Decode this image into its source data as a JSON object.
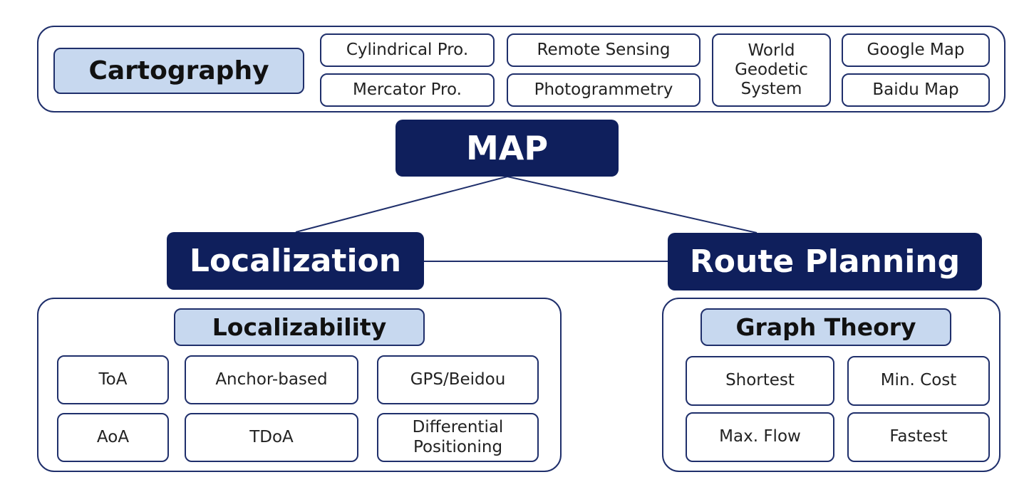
{
  "cartography": {
    "title": "Cartography",
    "items": {
      "cylindrical": "Cylindrical Pro.",
      "mercator": "Mercator Pro.",
      "remote_sensing": "Remote Sensing",
      "photogrammetry": "Photogrammetry",
      "world_geodetic_line1": "World",
      "world_geodetic_line2": "Geodetic",
      "world_geodetic_line3": "System",
      "google_map": "Google Map",
      "baidu_map": "Baidu Map"
    }
  },
  "map": {
    "title": "MAP"
  },
  "localization": {
    "title": "Localization",
    "subtitle": "Localizability",
    "items": {
      "toa": "ToA",
      "aoa": "AoA",
      "anchor_based": "Anchor-based",
      "tdoa": "TDoA",
      "gps_beidou": "GPS/Beidou",
      "differential_line1": "Differential",
      "differential_line2": "Positioning"
    }
  },
  "route_planning": {
    "title": "Route Planning",
    "subtitle": "Graph Theory",
    "items": {
      "shortest": "Shortest",
      "min_cost": "Min. Cost",
      "max_flow": "Max. Flow",
      "fastest": "Fastest"
    }
  },
  "colors": {
    "dark_navy": "#0f1f5c",
    "light_blue": "#c7d8ef",
    "border": "#1f2f6b"
  }
}
